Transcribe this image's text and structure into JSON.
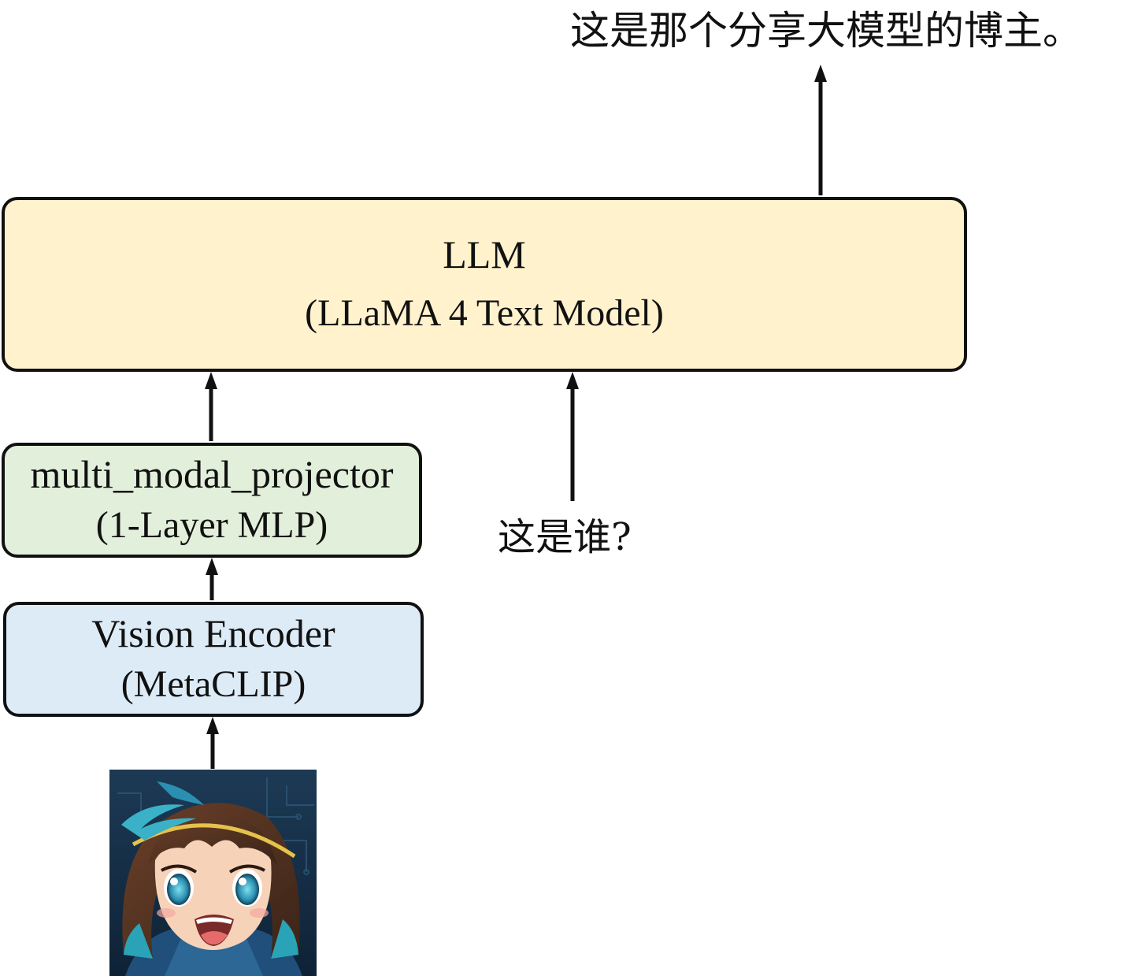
{
  "llm": {
    "title": "LLM",
    "subtitle": "(LLaMA 4 Text Model)"
  },
  "projector": {
    "title": "multi_modal_projector",
    "subtitle": "(1-Layer MLP)"
  },
  "encoder": {
    "title": "Vision Encoder",
    "subtitle": "(MetaCLIP)"
  },
  "question": "这是谁?",
  "output": "这是那个分享大模型的博主。",
  "colors": {
    "llm_fill": "#fff2cc",
    "projector_fill": "#e2efda",
    "encoder_fill": "#ddebf7",
    "stroke": "#111111"
  },
  "icons": {
    "input_image": "anime-girl-avatar-icon"
  }
}
